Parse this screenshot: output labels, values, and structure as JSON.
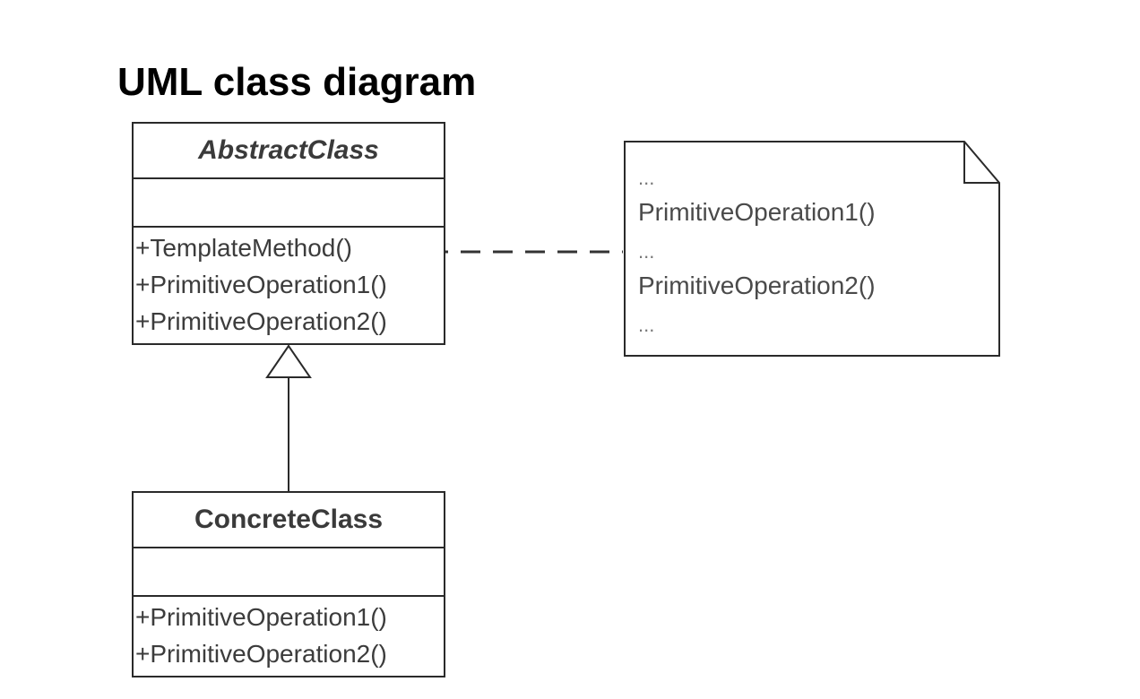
{
  "title": "UML class diagram",
  "abstract_class": {
    "name": "AbstractClass",
    "operations": [
      "+TemplateMethod()",
      "+PrimitiveOperation1()",
      "+PrimitiveOperation2()"
    ]
  },
  "concrete_class": {
    "name": "ConcreteClass",
    "operations": [
      "+PrimitiveOperation1()",
      "+PrimitiveOperation2()"
    ]
  },
  "note": {
    "lines": [
      "...",
      "PrimitiveOperation1()",
      "...",
      "PrimitiveOperation2()",
      "..."
    ]
  },
  "colors": {
    "line": "#2a2a2a",
    "text": "#3c3c3c"
  }
}
